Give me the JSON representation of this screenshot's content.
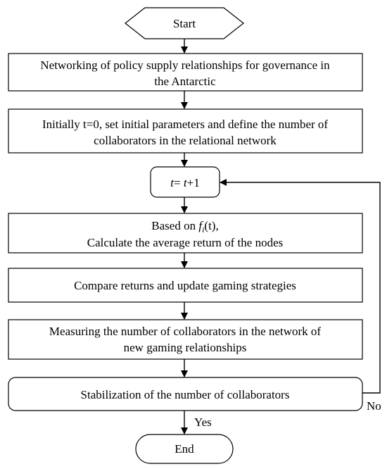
{
  "nodes": {
    "start": "Start",
    "network": [
      "Networking of policy supply relationships for governance in",
      "the Antarctic"
    ],
    "init": [
      "Initially t=0, set initial parameters and define the number of",
      "collaborators in the relational network"
    ],
    "step": {
      "var": "t",
      "eq": "= ",
      "var2": "t",
      "rest": "+1"
    },
    "calc": {
      "prefix": "Based on ",
      "func": "f",
      "sub": "i",
      "arg": "(t)",
      "suffix": ",",
      "line2": "Calculate the average return of the nodes"
    },
    "compare": "Compare returns and update gaming strategies",
    "measure": [
      "Measuring the number of collaborators in the network of",
      "new gaming relationships"
    ],
    "stable": "Stabilization of the number of collaborators",
    "end": "End"
  },
  "edges": {
    "yes": "Yes",
    "no": "No"
  }
}
